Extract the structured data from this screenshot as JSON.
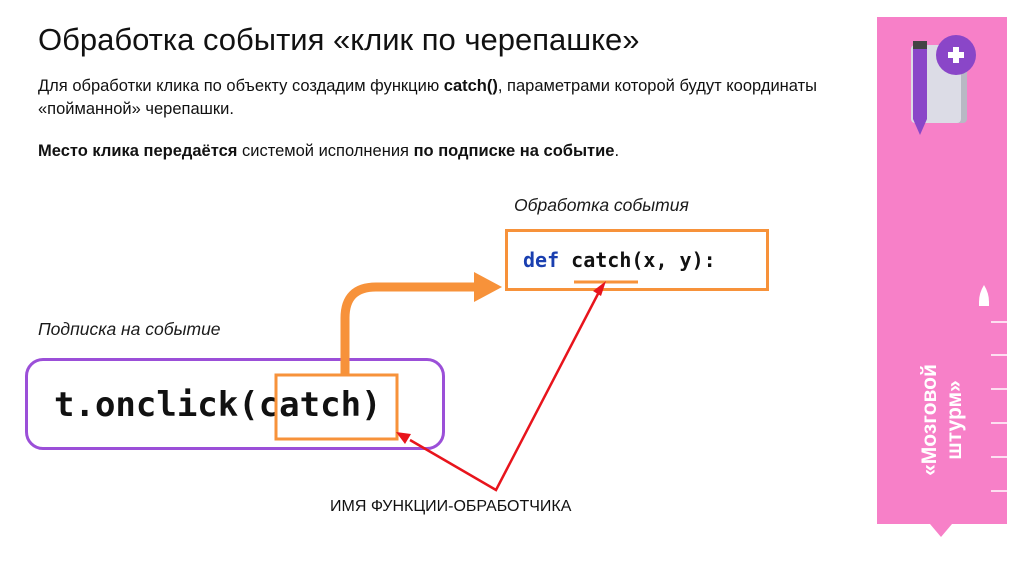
{
  "slide": {
    "title": "Обработка события «клик по черепашке»",
    "para1": {
      "before": "Для обработки клика по объекту создадим функцию ",
      "bold": "catch()",
      "after": ", параметрами которой будут координаты «пойманной» черепашки."
    },
    "para2": {
      "bold1": "Место клика передаётся",
      "text1": " системой исполнения ",
      "bold2": "по подписке на событие",
      "text2": "."
    },
    "handler_caption": "Обработка события",
    "handler_code": {
      "keyword": "def",
      "rest": " catch(x, y):"
    },
    "subscribe_caption": "Подписка на событие",
    "subscribe_code": "t.onclick(catch)",
    "function_name_label": "ИМЯ ФУНКЦИИ-ОБРАБОТЧИКА"
  },
  "sidebar": {
    "label_line1": "«Мозговой",
    "label_line2": "штурм»",
    "icon": "notebook-pencil-plus-icon",
    "rocket_icon": "rocket-icon",
    "color": "#f780c8"
  },
  "colors": {
    "orange": "#f7923a",
    "purple": "#9b4fd8",
    "red": "#e8141c",
    "keyword_blue": "#1a3fb0"
  }
}
